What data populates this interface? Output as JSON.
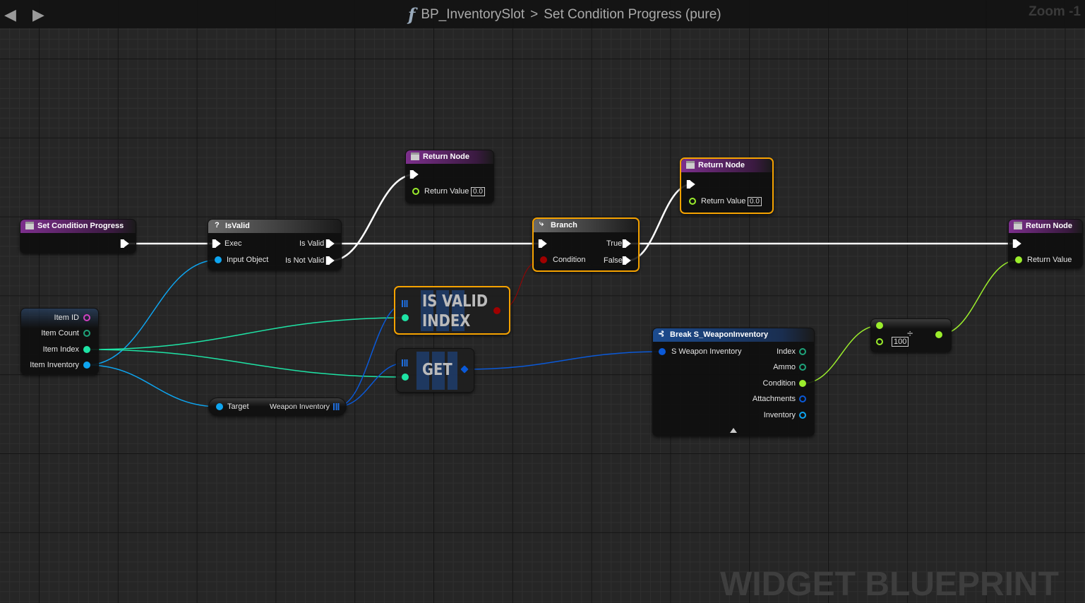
{
  "topbar": {
    "function_icon": "function-icon",
    "blueprint": "BP_InventorySlot",
    "separator": ">",
    "graph": "Set Condition Progress (pure)",
    "zoom": "Zoom -1"
  },
  "watermark": "WIDGET BLUEPRINT",
  "colors": {
    "exec": "#ffffff",
    "object": "#0ea5f0",
    "integer": "#1ee3a5",
    "float": "#9bed2c",
    "bool": "#a00000",
    "struct": "#0a59d8",
    "name": "#d040c0",
    "selection": "#f5a200"
  },
  "nodes": {
    "entry": {
      "title": "Set Condition Progress"
    },
    "isvalid": {
      "title": "IsValid",
      "exec": "Exec",
      "input": "Input Object",
      "valid": "Is Valid",
      "not_valid": "Is Not Valid"
    },
    "return1": {
      "title": "Return Node",
      "return_value": "Return Value",
      "value": "0.0"
    },
    "branch": {
      "title": "Branch",
      "condition": "Condition",
      "true": "True",
      "false": "False"
    },
    "return2": {
      "title": "Return Node",
      "return_value": "Return Value",
      "value": "0.0"
    },
    "return3": {
      "title": "Return Node",
      "return_value": "Return Value"
    },
    "item": {
      "pins": [
        "Item ID",
        "Item Count",
        "Item Index",
        "Item Inventory"
      ]
    },
    "is_valid_index": {
      "line1": "IS VALID",
      "line2": "INDEX"
    },
    "get": {
      "title": "GET"
    },
    "weapon_inv": {
      "target": "Target",
      "output": "Weapon Inventory"
    },
    "break": {
      "title": "Break S_WeaponInventory",
      "input": "S Weapon Inventory",
      "outputs": [
        "Index",
        "Ammo",
        "Condition",
        "Attachments",
        "Inventory"
      ]
    },
    "divide": {
      "symbol": "÷",
      "value": "100"
    }
  }
}
